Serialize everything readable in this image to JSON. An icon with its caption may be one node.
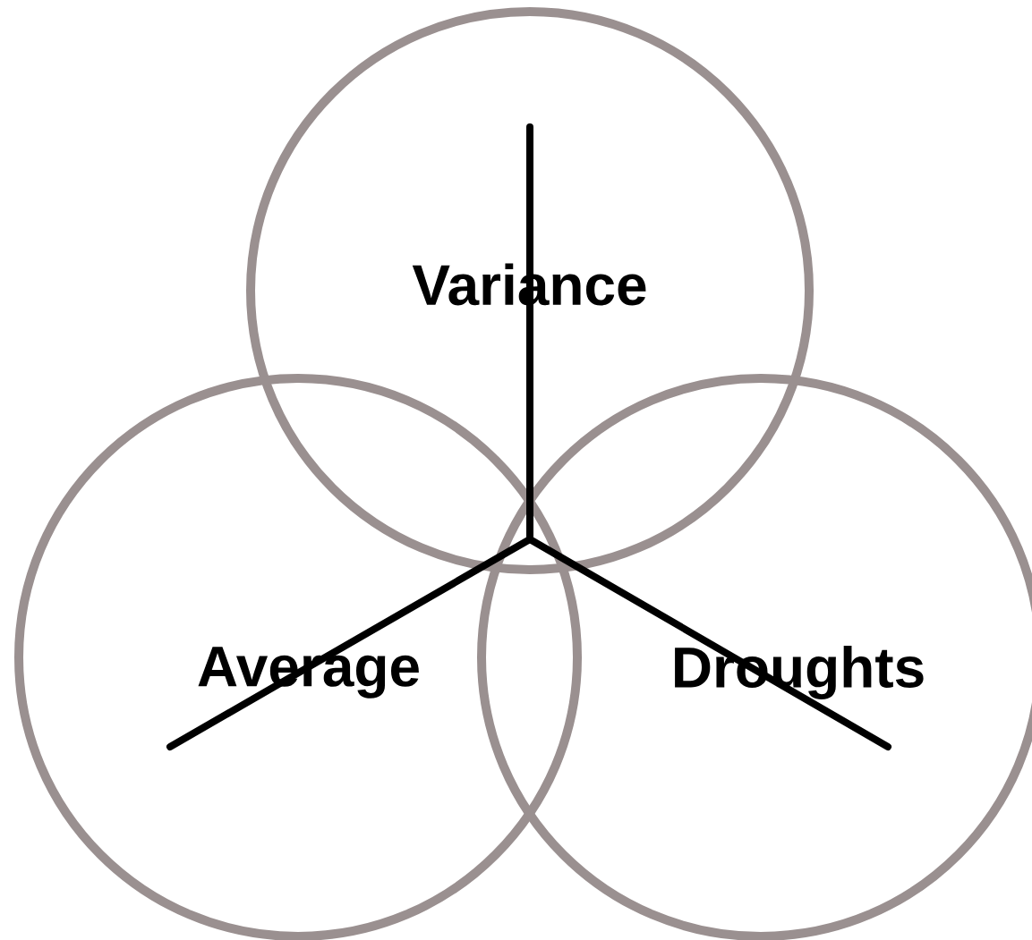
{
  "diagram": {
    "nodes": [
      {
        "text": [
          "Variance"
        ]
      },
      {
        "text": [
          "Average"
        ]
      },
      {
        "text": [
          "Droughts"
        ]
      }
    ]
  }
}
